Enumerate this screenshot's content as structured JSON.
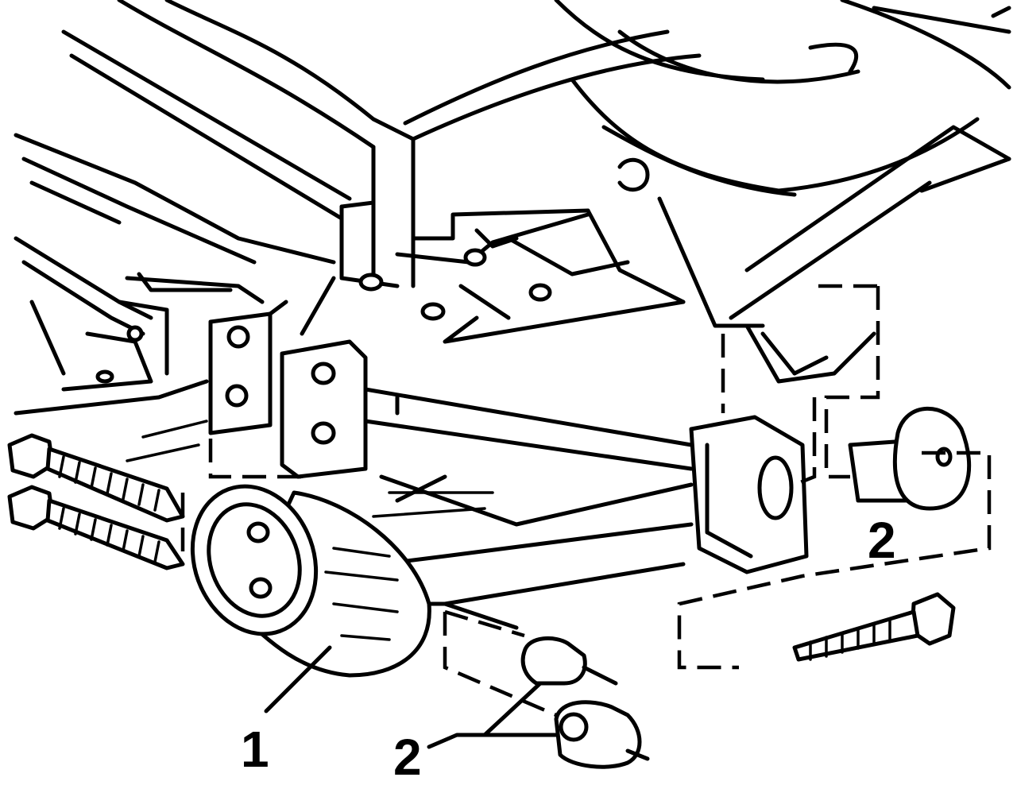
{
  "callouts": [
    {
      "id": "1",
      "label": "1"
    },
    {
      "id": "2-bottom",
      "label": "2"
    },
    {
      "id": "2-right",
      "label": "2"
    }
  ],
  "colors": {
    "ink": "#000000",
    "paper": "#ffffff"
  }
}
